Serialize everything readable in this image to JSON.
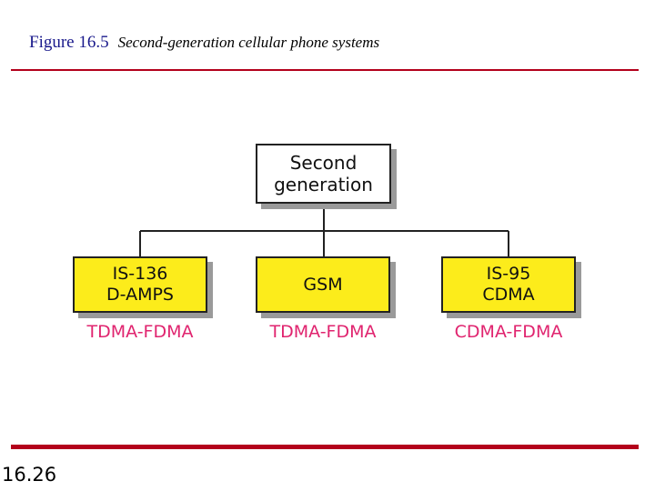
{
  "figure": {
    "number": "Figure 16.5",
    "caption": "Second-generation cellular phone systems"
  },
  "diagram": {
    "root": {
      "line1": "Second",
      "line2": "generation"
    },
    "systems": [
      {
        "line1": "IS-136",
        "line2": "D-AMPS",
        "access": "TDMA-FDMA"
      },
      {
        "line1": "GSM",
        "line2": "",
        "access": "TDMA-FDMA"
      },
      {
        "line1": "IS-95",
        "line2": "CDMA",
        "access": "CDMA-FDMA"
      }
    ]
  },
  "colors": {
    "rule": "#b3001b",
    "box_fill": "#fcec1b",
    "access_text": "#e0246f",
    "title_number": "#1a1a8c"
  },
  "page": {
    "number": "16.26"
  }
}
